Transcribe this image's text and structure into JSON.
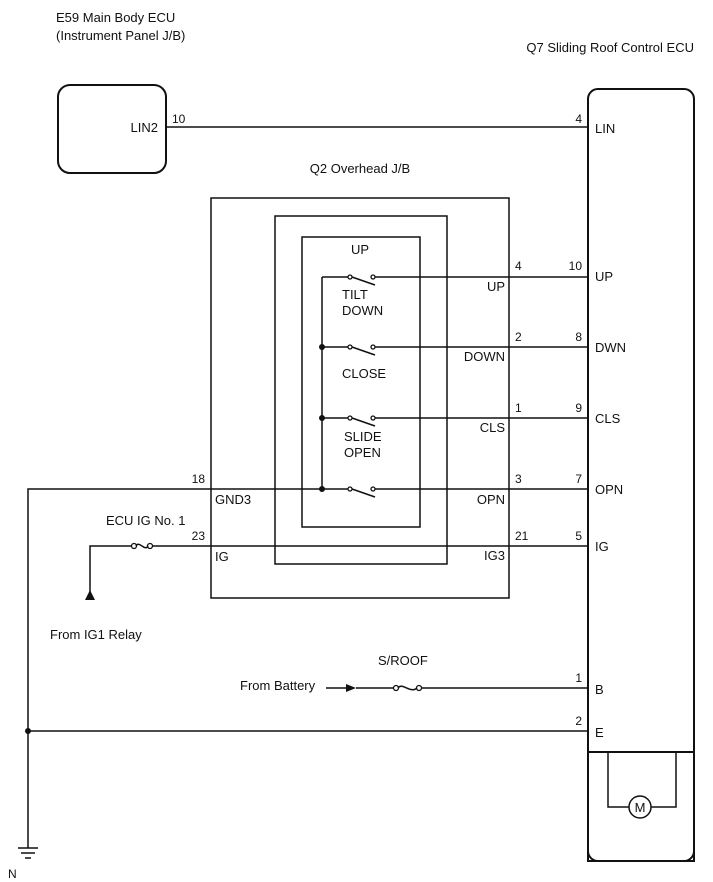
{
  "components": {
    "main_body_ecu": {
      "title": "E59 Main Body ECU",
      "subtitle": "(Instrument Panel J/B)",
      "lin_label": "LIN2",
      "lin_pin": "10"
    },
    "sliding_roof_ecu": {
      "title": "Q7 Sliding Roof Control ECU",
      "terminals": {
        "lin": {
          "pin": "4",
          "label": "LIN"
        },
        "up": {
          "pin": "10",
          "label": "UP"
        },
        "dwn": {
          "pin": "8",
          "label": "DWN"
        },
        "cls": {
          "pin": "9",
          "label": "CLS"
        },
        "opn": {
          "pin": "7",
          "label": "OPN"
        },
        "ig": {
          "pin": "5",
          "label": "IG"
        },
        "b": {
          "pin": "1",
          "label": "B"
        },
        "e": {
          "pin": "2",
          "label": "E"
        }
      },
      "motor_label": "M"
    },
    "overhead_jb": {
      "title": "Q2 Overhead J/B",
      "switch_title": "UP",
      "positions": {
        "tilt": "TILT",
        "down": "DOWN",
        "close": "CLOSE",
        "slide": "SLIDE",
        "open": "OPEN"
      },
      "terminals": {
        "up": {
          "pin": "4",
          "label": "UP"
        },
        "down": {
          "pin": "2",
          "label": "DOWN"
        },
        "cls": {
          "pin": "1",
          "label": "CLS"
        },
        "opn": {
          "pin": "3",
          "label": "OPN"
        },
        "ig3": {
          "pin": "21",
          "label": "IG3"
        },
        "gnd3": {
          "pin": "18",
          "label": "GND3"
        },
        "ig": {
          "pin": "23",
          "label": "IG"
        }
      }
    }
  },
  "fuses": {
    "ecu_ig": "ECU IG No. 1",
    "sroof": "S/ROOF"
  },
  "sources": {
    "ig1_relay": "From IG1 Relay",
    "battery": "From Battery"
  },
  "ground_label": "N"
}
